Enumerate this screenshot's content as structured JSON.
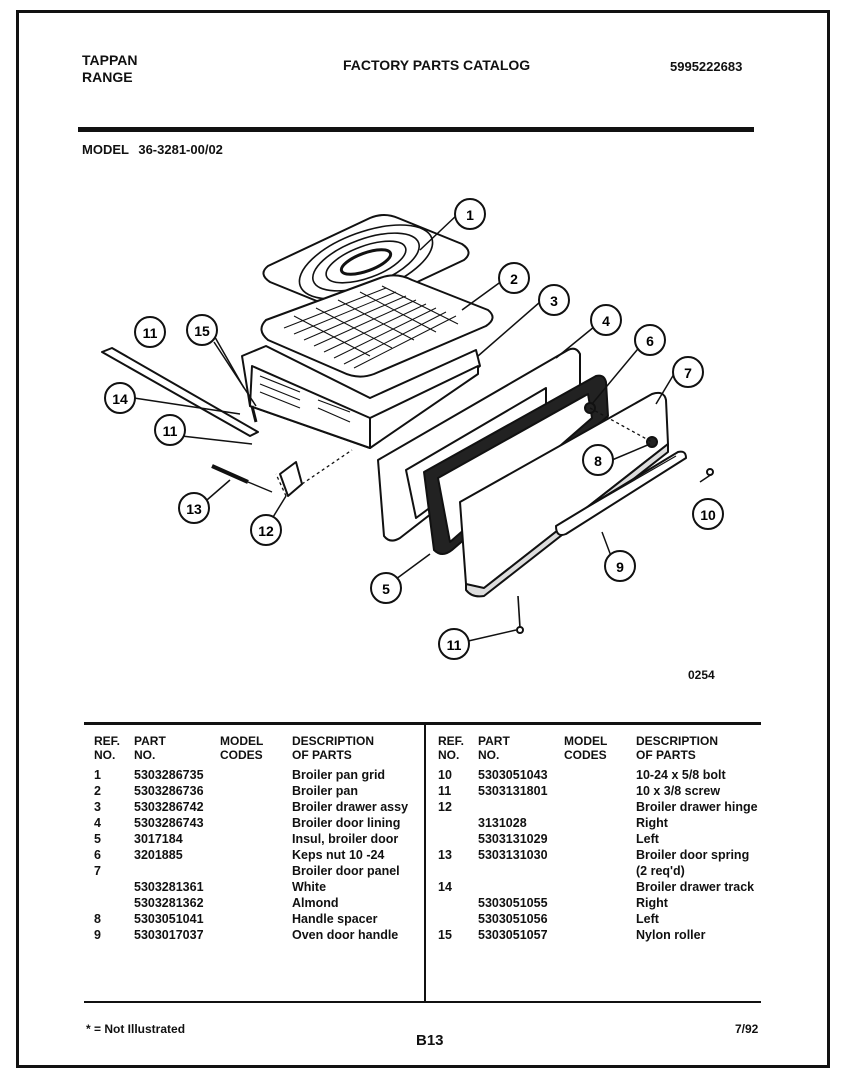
{
  "header": {
    "brand_line1": "TAPPAN",
    "brand_line2": "RANGE",
    "catalog_title": "FACTORY PARTS CATALOG",
    "catalog_number": "5995222683",
    "model_label": "MODEL",
    "model_number": "36-3281-00/02"
  },
  "diagram": {
    "figure_code": "0254",
    "callouts": [
      "1",
      "2",
      "3",
      "4",
      "5",
      "6",
      "7",
      "8",
      "9",
      "10",
      "11",
      "12",
      "13",
      "14",
      "15",
      "11",
      "11"
    ]
  },
  "table": {
    "headers": {
      "ref": [
        "REF.",
        "NO."
      ],
      "part": [
        "PART",
        "NO."
      ],
      "codes": [
        "MODEL",
        "CODES"
      ],
      "desc": [
        "DESCRIPTION",
        "OF PARTS"
      ]
    },
    "left_rows": [
      {
        "ref": "1",
        "part": "5303286735",
        "code": "",
        "desc": "Broiler pan grid"
      },
      {
        "ref": "2",
        "part": "5303286736",
        "code": "",
        "desc": "Broiler pan"
      },
      {
        "ref": "3",
        "part": "5303286742",
        "code": "",
        "desc": "Broiler drawer assy"
      },
      {
        "ref": "4",
        "part": "5303286743",
        "code": "",
        "desc": "Broiler door lining"
      },
      {
        "ref": "5",
        "part": "3017184",
        "code": "",
        "desc": "Insul, broiler door"
      },
      {
        "ref": "6",
        "part": "3201885",
        "code": "",
        "desc": "Keps nut 10 -24"
      },
      {
        "ref": "7",
        "part": "",
        "code": "",
        "desc": "Broiler door panel"
      },
      {
        "ref": "",
        "part": "5303281361",
        "code": "",
        "desc": "White"
      },
      {
        "ref": "",
        "part": "5303281362",
        "code": "",
        "desc": "Almond"
      },
      {
        "ref": "8",
        "part": "5303051041",
        "code": "",
        "desc": "Handle spacer"
      },
      {
        "ref": "9",
        "part": "5303017037",
        "code": "",
        "desc": "Oven door handle"
      }
    ],
    "right_rows": [
      {
        "ref": "10",
        "part": "5303051043",
        "code": "",
        "desc": "10-24 x 5/8 bolt"
      },
      {
        "ref": "11",
        "part": "5303131801",
        "code": "",
        "desc": "10 x 3/8 screw"
      },
      {
        "ref": "12",
        "part": "",
        "code": "",
        "desc": "Broiler drawer hinge"
      },
      {
        "ref": "",
        "part": "3131028",
        "code": "",
        "desc": "Right"
      },
      {
        "ref": "",
        "part": "5303131029",
        "code": "",
        "desc": "Left"
      },
      {
        "ref": "13",
        "part": "5303131030",
        "code": "",
        "desc": "Broiler door spring"
      },
      {
        "ref": "",
        "part": "",
        "code": "",
        "desc": "(2 req'd)"
      },
      {
        "ref": "14",
        "part": "",
        "code": "",
        "desc": "Broiler drawer track"
      },
      {
        "ref": "",
        "part": "5303051055",
        "code": "",
        "desc": "Right"
      },
      {
        "ref": "",
        "part": "5303051056",
        "code": "",
        "desc": "Left"
      },
      {
        "ref": "15",
        "part": "5303051057",
        "code": "",
        "desc": "Nylon roller"
      }
    ]
  },
  "footer": {
    "note": "* = Not Illustrated",
    "page": "B13",
    "date": "7/92"
  }
}
